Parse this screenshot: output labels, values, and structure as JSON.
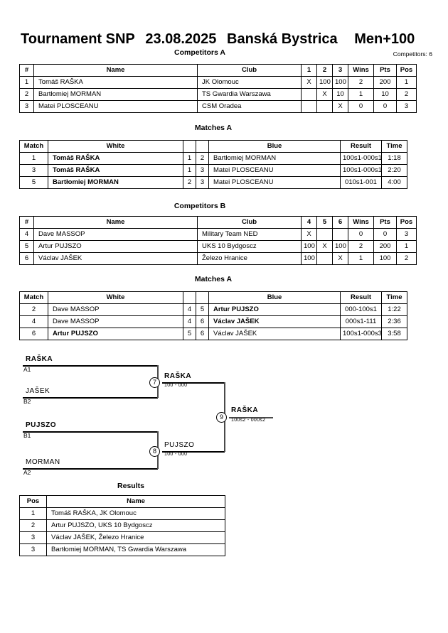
{
  "header": {
    "tournament": "Tournament SNP",
    "date": "23.08.2025",
    "place": "Banská Bystrica",
    "category": "Men+100",
    "competitors_count_label": "Competitors: 6"
  },
  "sections": {
    "competitors_a": "Competitors A",
    "matches_a1": "Matches A",
    "competitors_b": "Competitors B",
    "matches_a2": "Matches A",
    "results": "Results"
  },
  "competitors_a": {
    "headers": [
      "#",
      "Name",
      "Club",
      "1",
      "2",
      "3",
      "Wins",
      "Pts",
      "Pos"
    ],
    "rows": [
      {
        "num": "1",
        "name": "Tomáš RAŠKA",
        "club": "JK Olomouc",
        "c1": "X",
        "c2": "100",
        "c3": "100",
        "wins": "2",
        "pts": "200",
        "pos": "1"
      },
      {
        "num": "2",
        "name": "Bartłomiej MORMAN",
        "club": "TS Gwardia Warszawa",
        "c1": "",
        "c2": "X",
        "c3": "10",
        "wins": "1",
        "pts": "10",
        "pos": "2"
      },
      {
        "num": "3",
        "name": "Matei PLOSCEANU",
        "club": "CSM Oradea",
        "c1": "",
        "c2": "",
        "c3": "X",
        "wins": "0",
        "pts": "0",
        "pos": "3"
      }
    ]
  },
  "matches_a1": {
    "headers": [
      "Match",
      "White",
      "",
      "",
      "Blue",
      "Result",
      "Time"
    ],
    "rows": [
      {
        "match": "1",
        "white": "Tomáš RAŠKA",
        "white_num": "1",
        "blue_num": "2",
        "blue": "Bartłomiej MORMAN",
        "result": "100s1-000s1",
        "time": "1:18",
        "winner": "white"
      },
      {
        "match": "3",
        "white": "Tomáš RAŠKA",
        "white_num": "1",
        "blue_num": "3",
        "blue": "Matei PLOSCEANU",
        "result": "100s1-000s1",
        "time": "2:20",
        "winner": "white"
      },
      {
        "match": "5",
        "white": "Bartłomiej MORMAN",
        "white_num": "2",
        "blue_num": "3",
        "blue": "Matei PLOSCEANU",
        "result": "010s1-001",
        "time": "4:00",
        "winner": "white"
      }
    ]
  },
  "competitors_b": {
    "headers": [
      "#",
      "Name",
      "Club",
      "4",
      "5",
      "6",
      "Wins",
      "Pts",
      "Pos"
    ],
    "rows": [
      {
        "num": "4",
        "name": "Dave MASSOP",
        "club": "Military Team NED",
        "c1": "X",
        "c2": "",
        "c3": "",
        "wins": "0",
        "pts": "0",
        "pos": "3"
      },
      {
        "num": "5",
        "name": "Artur PUJSZO",
        "club": "UKS 10 Bydgoscz",
        "c1": "100",
        "c2": "X",
        "c3": "100",
        "wins": "2",
        "pts": "200",
        "pos": "1"
      },
      {
        "num": "6",
        "name": "Václav JAŠEK",
        "club": "Železo Hranice",
        "c1": "100",
        "c2": "",
        "c3": "X",
        "wins": "1",
        "pts": "100",
        "pos": "2"
      }
    ]
  },
  "matches_a2": {
    "headers": [
      "Match",
      "White",
      "",
      "",
      "Blue",
      "Result",
      "Time"
    ],
    "rows": [
      {
        "match": "2",
        "white": "Dave MASSOP",
        "white_num": "4",
        "blue_num": "5",
        "blue": "Artur PUJSZO",
        "result": "000-100s1",
        "time": "1:22",
        "winner": "blue"
      },
      {
        "match": "4",
        "white": "Dave MASSOP",
        "white_num": "4",
        "blue_num": "6",
        "blue": "Václav JAŠEK",
        "result": "000s1-111",
        "time": "2:36",
        "winner": "blue"
      },
      {
        "match": "6",
        "white": "Artur PUJSZO",
        "white_num": "5",
        "blue_num": "6",
        "blue": "Václav JAŠEK",
        "result": "100s1-000s3",
        "time": "3:58",
        "winner": "white"
      }
    ]
  },
  "bracket": {
    "entries": [
      {
        "name": "RAŠKA",
        "code": "A1",
        "winner": true
      },
      {
        "name": "JAŠEK",
        "code": "B2",
        "winner": false
      },
      {
        "name": "PUJSZO",
        "code": "B1",
        "winner": true
      },
      {
        "name": "MORMAN",
        "code": "A2",
        "winner": false
      }
    ],
    "nodes": [
      {
        "id": "7",
        "winner": "RAŠKA",
        "score": "100 - 000"
      },
      {
        "id": "8",
        "winner": "PUJSZO",
        "score": "100 - 000"
      },
      {
        "id": "9",
        "winner": "RAŠKA",
        "score": "100s2 - 000s2"
      }
    ]
  },
  "results": {
    "headers": [
      "Pos",
      "Name"
    ],
    "rows": [
      {
        "pos": "1",
        "name": "Tomáš RAŠKA, JK Olomouc"
      },
      {
        "pos": "2",
        "name": "Artur PUJSZO, UKS 10 Bydgoscz"
      },
      {
        "pos": "3",
        "name": "Václav JAŠEK, Železo Hranice"
      },
      {
        "pos": "3",
        "name": "Bartłomiej MORMAN, TS Gwardia Warszawa"
      }
    ]
  }
}
